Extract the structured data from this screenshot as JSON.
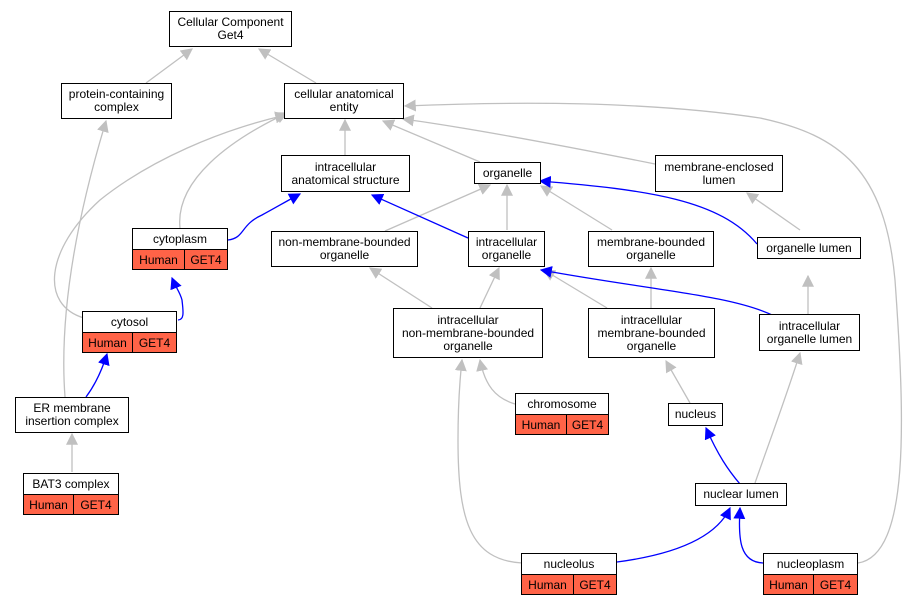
{
  "colors": {
    "node_border": "#000000",
    "node_fill": "#ffffff",
    "tag_fill": "#ff6347",
    "edge_gray": "#c0c0c0",
    "edge_blue": "#0000ff"
  },
  "nodes": {
    "root": {
      "label": "Cellular Component\nGet4"
    },
    "protein_complex": {
      "label": "protein-containing\ncomplex"
    },
    "cellular_anatomical_entity": {
      "label": "cellular anatomical\nentity"
    },
    "intracellular_anatomical_structure": {
      "label": "intracellular\nanatomical structure"
    },
    "organelle": {
      "label": "organelle"
    },
    "membrane_enclosed_lumen": {
      "label": "membrane-enclosed\nlumen"
    },
    "cytoplasm": {
      "label": "cytoplasm",
      "tags": [
        "Human",
        "GET4"
      ]
    },
    "non_membrane_bounded_organelle": {
      "label": "non-membrane-bounded\norganelle"
    },
    "intracellular_organelle": {
      "label": "intracellular\norganelle"
    },
    "membrane_bounded_organelle": {
      "label": "membrane-bounded\norganelle"
    },
    "organelle_lumen": {
      "label": "organelle lumen"
    },
    "cytosol": {
      "label": "cytosol",
      "tags": [
        "Human",
        "GET4"
      ]
    },
    "intracellular_nmb_organelle": {
      "label": "intracellular\nnon-membrane-bounded\norganelle"
    },
    "intracellular_mb_organelle": {
      "label": "intracellular\nmembrane-bounded\norganelle"
    },
    "intracellular_organelle_lumen": {
      "label": "intracellular\norganelle lumen"
    },
    "er_membrane_insertion_complex": {
      "label": "ER membrane\ninsertion complex"
    },
    "chromosome": {
      "label": "chromosome",
      "tags": [
        "Human",
        "GET4"
      ]
    },
    "nucleus": {
      "label": "nucleus"
    },
    "bat3_complex": {
      "label": "BAT3 complex",
      "tags": [
        "Human",
        "GET4"
      ]
    },
    "nuclear_lumen": {
      "label": "nuclear lumen"
    },
    "nucleolus": {
      "label": "nucleolus",
      "tags": [
        "Human",
        "GET4"
      ]
    },
    "nucleoplasm": {
      "label": "nucleoplasm",
      "tags": [
        "Human",
        "GET4"
      ]
    }
  }
}
